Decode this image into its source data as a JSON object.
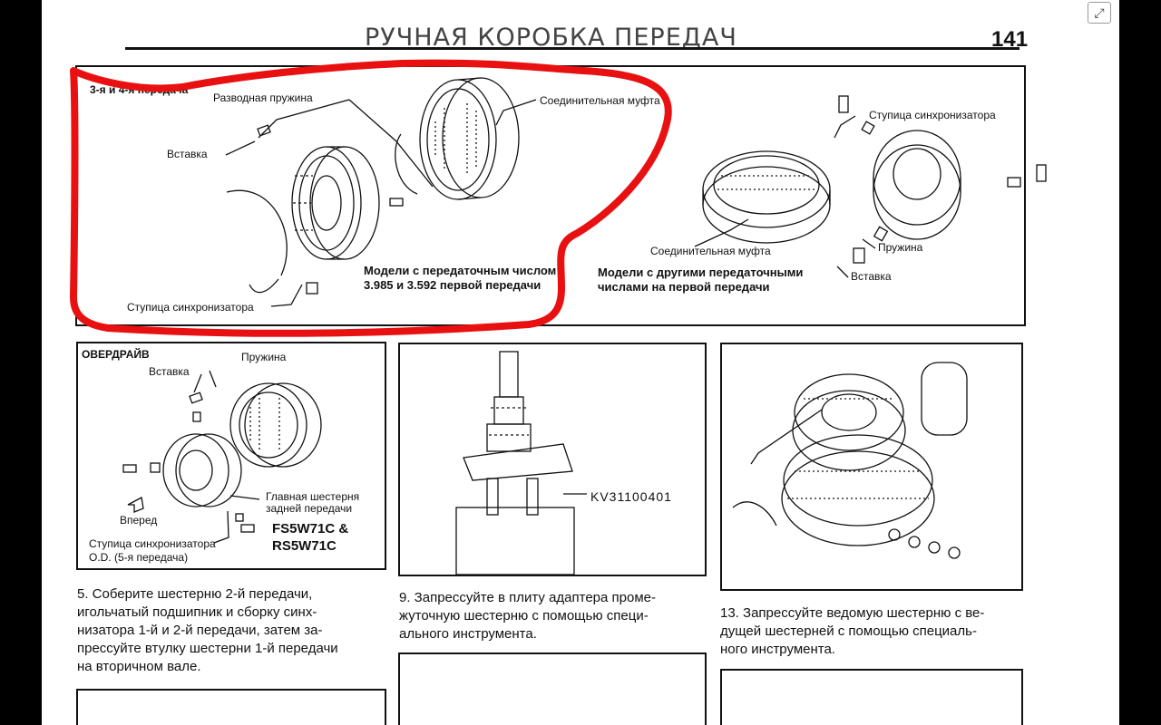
{
  "header": {
    "title": "РУЧНАЯ КОРОБКА ПЕРЕДАЧ",
    "page_number": "141"
  },
  "top_diagram": {
    "heading": "3-я и 4-я передача",
    "labels": {
      "spring": "Разводная пружина",
      "coupling_left": "Соединительная муфта",
      "insert_left": "Вставка",
      "hub_left": "Ступица синхронизатора",
      "hub_right": "Ступица синхронизатора",
      "coupling_right": "Соединительная муфта",
      "spring_right": "Пружина",
      "insert_right": "Вставка"
    },
    "caption_left": [
      "Модели с передаточным числом",
      "3.985 и 3.592 первой передачи"
    ],
    "caption_right": [
      "Модели с другими передаточными",
      "числами на первой передачи"
    ]
  },
  "overdrive_diagram": {
    "heading": "ОВЕРДРАЙВ",
    "labels": {
      "insert": "Вставка",
      "spring": "Пружина",
      "forward": "Вперед",
      "main_gear": [
        "Главная шестерня",
        "задней передачи"
      ],
      "hub": [
        "Ступица синхронизатора",
        "O.D. (5-я передача)"
      ]
    },
    "models": [
      "FS5W71C &",
      "RS5W71C"
    ]
  },
  "tool_diagram": {
    "tool_label": "KV31100401"
  },
  "steps": {
    "step5": [
      "5. Соберите шестерню 2-й передачи,",
      "игольчатый подшипник и сборку синх-",
      "низатора 1-й и 2-й передачи, затем за-",
      "прессуйте втулку шестерни 1-й передачи",
      "на вторичном вале."
    ],
    "step9": [
      "9. Запрессуйте в плиту адаптера проме-",
      "жуточную шестерню с помощью специ-",
      "ального инструмента."
    ],
    "step13": [
      "13. Запрессуйте ведомую шестерню с ве-",
      "дущей шестерней с помощью специаль-",
      "ного инструмента."
    ]
  },
  "colors": {
    "highlight": "#e81010",
    "ink": "#111111",
    "background": "#000000"
  },
  "icons": [
    "expand-icon"
  ]
}
